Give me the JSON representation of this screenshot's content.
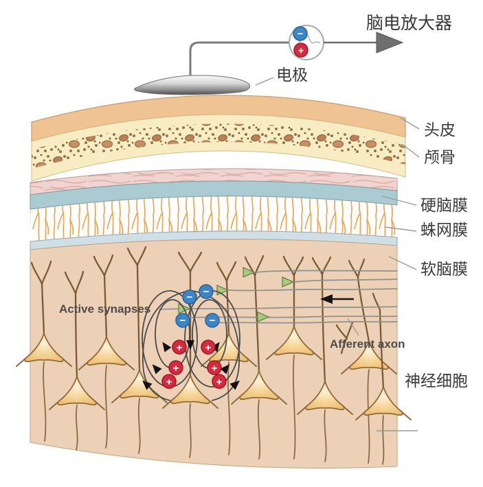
{
  "diagram": {
    "type": "EEG recording schematic: cross-section of scalp, skull, meninges and cerebral cortex with pyramidal neurons and current dipole",
    "labels": {
      "amplifier": "脑电放大器",
      "electrode": "电极",
      "scalp": "头皮",
      "skull": "颅骨",
      "dura_mater": "硬脑膜",
      "arachnoid": "蛛网膜",
      "pia_mater": "软脑膜",
      "nerve_cells": "神经细胞",
      "active_synapses": "Active synapses",
      "afferent_axon": "Afferent axon"
    },
    "symbols": {
      "minus": "−",
      "plus": "+"
    },
    "counts": {
      "negative_charges_in_cortex": 4,
      "positive_charges_in_cortex": 6,
      "synapse_terminals": 5,
      "pyramidal_neurons": 11
    },
    "colors": {
      "scalp": "#efc492",
      "skull": "#f8ecc2",
      "bone_marrow": "#b98159",
      "dura": "#f1d4d0",
      "arachnoid_membrane": "#a9cbd1",
      "trabeculae": "#e8a657",
      "pia": "#cfdfe6",
      "cortex": "#ecd1b6",
      "neuron_soma": "#f3cd85",
      "neuron_outline": "#8b6a39",
      "negative_charge": "#3d86c6",
      "positive_charge": "#d62b3e",
      "synapse_terminal": "#a9c97e",
      "axon_line": "#8f8f8f",
      "label_text": "#3a3a3a"
    }
  }
}
